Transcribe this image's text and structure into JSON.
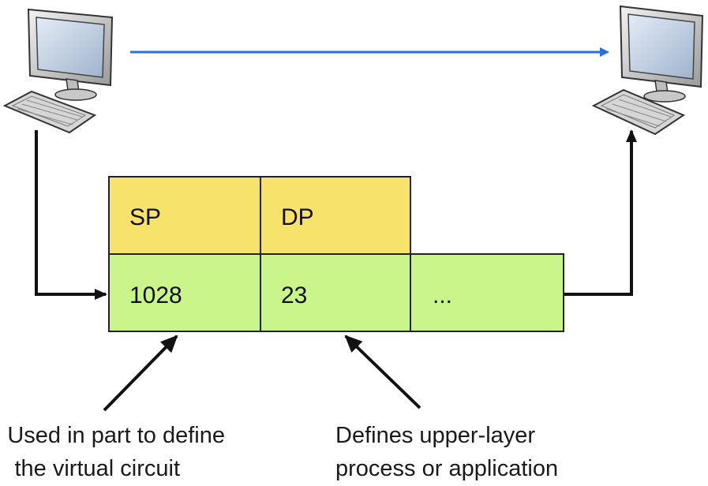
{
  "header_row": {
    "sp_label": "SP",
    "dp_label": "DP"
  },
  "value_row": {
    "sp_value": "1028",
    "dp_value": "23",
    "rest_value": "..."
  },
  "captions": {
    "left_line1": "Used in part to define",
    "left_line2": "the virtual circuit",
    "right_line1": "Defines upper-layer",
    "right_line2": "process or application"
  },
  "colors": {
    "header_fill": "#f7e36b",
    "value_fill": "#c9f58a",
    "flow_arrow": "#2a6fe0",
    "line": "#111111"
  },
  "icons": {
    "source_host": "desktop-computer-icon",
    "destination_host": "desktop-computer-icon"
  }
}
